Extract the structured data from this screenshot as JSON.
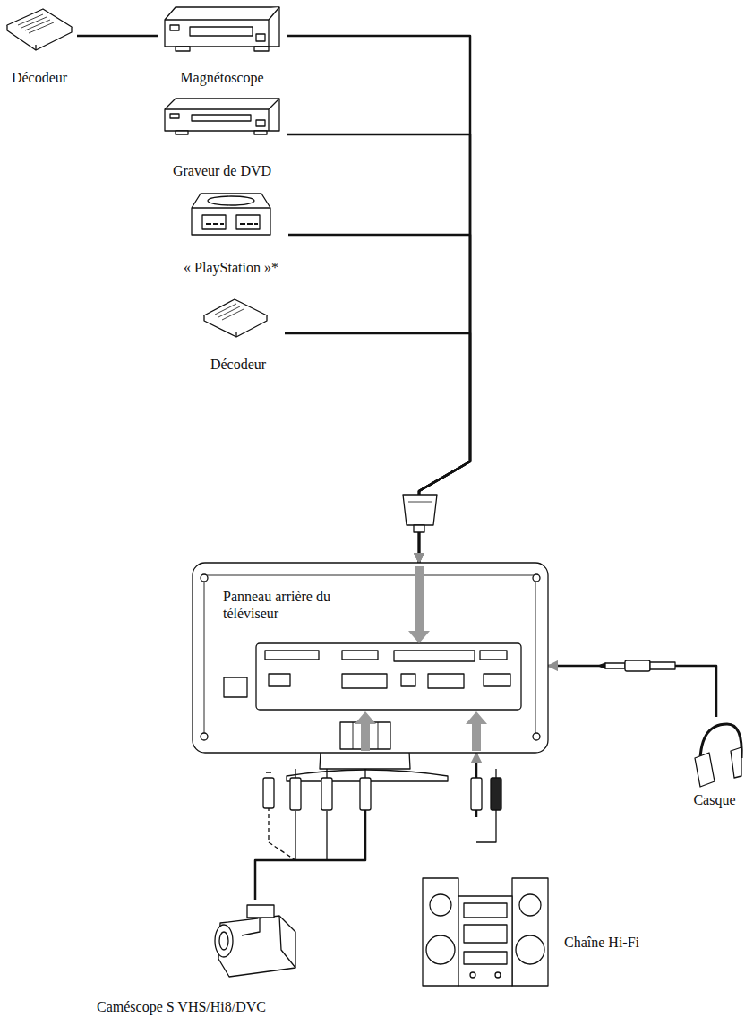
{
  "diagram": {
    "nodes": [
      {
        "text": [
          "Décodeur"
        ]
      },
      {
        "text": [
          "Magnétoscope"
        ]
      },
      {
        "text": [
          "Graveur de DVD"
        ]
      },
      {
        "text": [
          "« PlayStation »*"
        ]
      },
      {
        "text": [
          "Décodeur"
        ]
      },
      {
        "text": [
          "Panneau arrière du téléviseur"
        ]
      },
      {
        "text": [
          "Casque"
        ]
      },
      {
        "text": [
          "Caméscope S VHS/Hi8/DVC"
        ]
      },
      {
        "text": [
          "Chaîne Hi-Fi"
        ]
      }
    ],
    "edges": [
      {
        "from": 0,
        "to": 1,
        "arrow": "none"
      },
      {
        "from": 1,
        "to": 5,
        "arrow": "to"
      },
      {
        "from": 2,
        "to": 5,
        "arrow": "to"
      },
      {
        "from": 3,
        "to": 5,
        "arrow": "to"
      },
      {
        "from": 4,
        "to": 5,
        "arrow": "to"
      },
      {
        "from": 6,
        "to": 5,
        "arrow": "to"
      },
      {
        "from": 7,
        "to": 5,
        "arrow": "to"
      },
      {
        "from": 8,
        "to": 5,
        "arrow": "to"
      }
    ]
  }
}
